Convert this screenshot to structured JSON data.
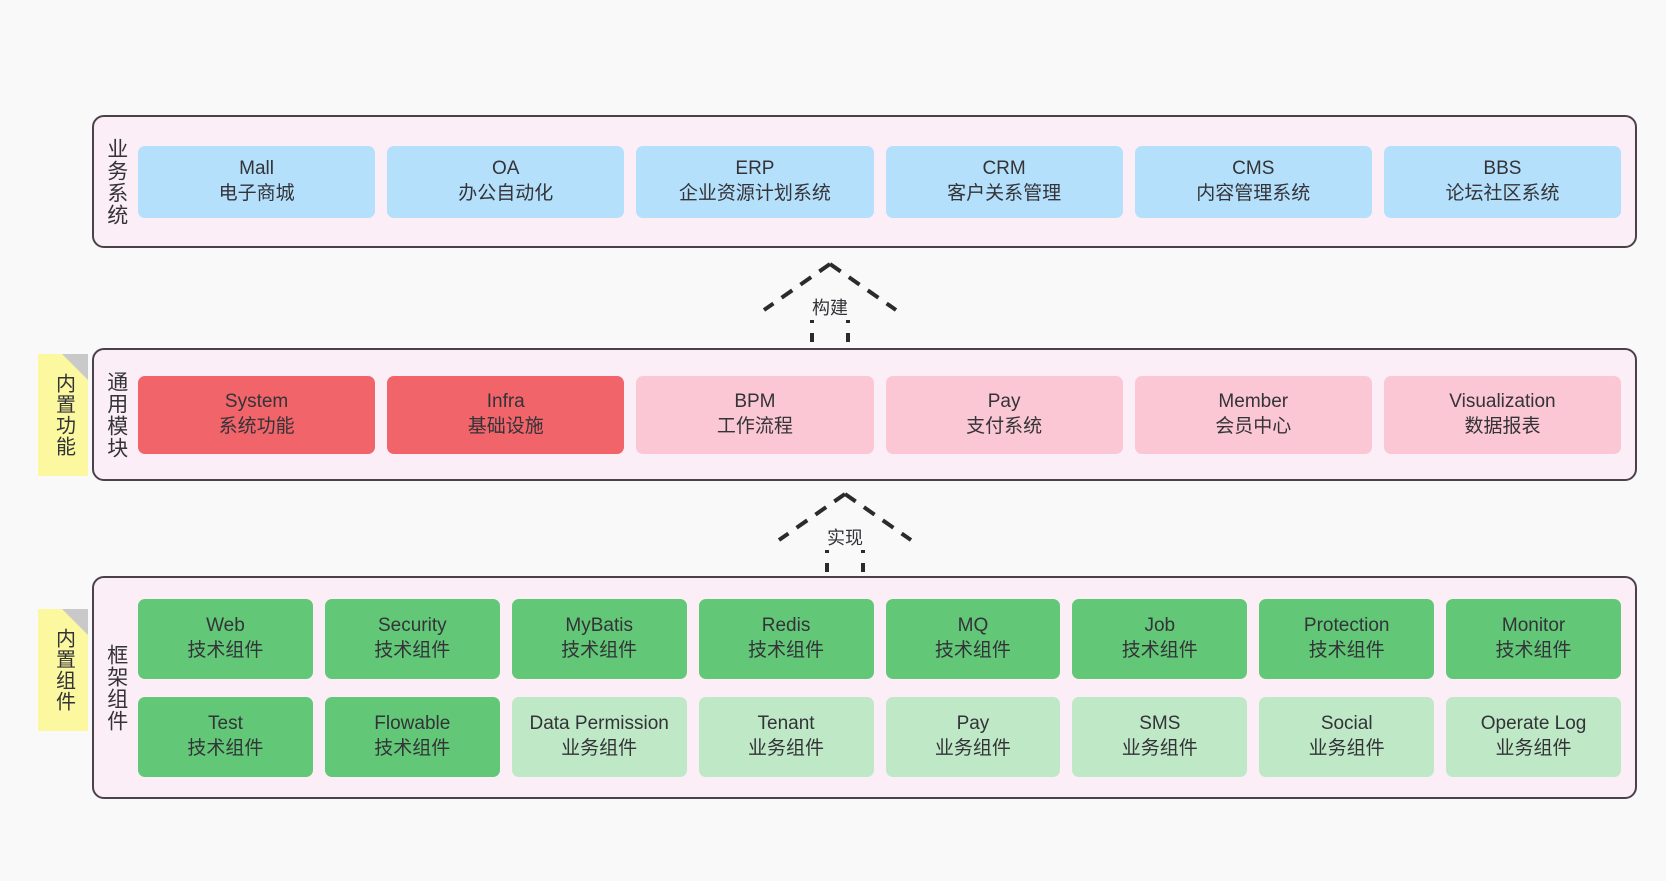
{
  "diagram": {
    "background_color": "#f9f9f9",
    "panel_color": "#fbeef6",
    "panel_border_color": "#4a414b",
    "sticky_color": "#fbf8a0",
    "sticky_fold_color": "#c9c9c9"
  },
  "layers": [
    {
      "id": "business",
      "title": "业务系统",
      "accent": "#b5e0fb",
      "rows": [
        {
          "cells": [
            {
              "name": "Mall",
              "desc": "电子商城",
              "color": "#b5e0fb"
            },
            {
              "name": "OA",
              "desc": "办公自动化",
              "color": "#b5e0fb"
            },
            {
              "name": "ERP",
              "desc": "企业资源计划系统",
              "color": "#b5e0fb"
            },
            {
              "name": "CRM",
              "desc": "客户关系管理",
              "color": "#b5e0fb"
            },
            {
              "name": "CMS",
              "desc": "内容管理系统",
              "color": "#b5e0fb"
            },
            {
              "name": "BBS",
              "desc": "论坛社区系统",
              "color": "#b5e0fb"
            }
          ]
        }
      ]
    },
    {
      "id": "common",
      "title": "通用模块",
      "accent": "#f1646a",
      "sticky": "内置功能",
      "rows": [
        {
          "cells": [
            {
              "name": "System",
              "desc": "系统功能",
              "color": "#f1646a"
            },
            {
              "name": "Infra",
              "desc": "基础设施",
              "color": "#f1646a"
            },
            {
              "name": "BPM",
              "desc": "工作流程",
              "color": "#fbc7d4"
            },
            {
              "name": "Pay",
              "desc": "支付系统",
              "color": "#fbc7d4"
            },
            {
              "name": "Member",
              "desc": "会员中心",
              "color": "#fbc7d4"
            },
            {
              "name": "Visualization",
              "desc": "数据报表",
              "color": "#fbc7d4"
            }
          ]
        }
      ]
    },
    {
      "id": "framework",
      "title": "框架组件",
      "accent": "#62c877",
      "sticky": "内置组件",
      "rows": [
        {
          "cells": [
            {
              "name": "Web",
              "desc": "技术组件",
              "color": "#62c877"
            },
            {
              "name": "Security",
              "desc": "技术组件",
              "color": "#62c877"
            },
            {
              "name": "MyBatis",
              "desc": "技术组件",
              "color": "#62c877"
            },
            {
              "name": "Redis",
              "desc": "技术组件",
              "color": "#62c877"
            },
            {
              "name": "MQ",
              "desc": "技术组件",
              "color": "#62c877"
            },
            {
              "name": "Job",
              "desc": "技术组件",
              "color": "#62c877"
            },
            {
              "name": "Protection",
              "desc": "技术组件",
              "color": "#62c877"
            },
            {
              "name": "Monitor",
              "desc": "技术组件",
              "color": "#62c877"
            }
          ]
        },
        {
          "cells": [
            {
              "name": "Test",
              "desc": "技术组件",
              "color": "#62c877"
            },
            {
              "name": "Flowable",
              "desc": "技术组件",
              "color": "#62c877"
            },
            {
              "name": "Data Permission",
              "desc": "业务组件",
              "color": "#bfe9c6",
              "wrap": true
            },
            {
              "name": "Tenant",
              "desc": "业务组件",
              "color": "#bfe9c6"
            },
            {
              "name": "Pay",
              "desc": "业务组件",
              "color": "#bfe9c6"
            },
            {
              "name": "SMS",
              "desc": "业务组件",
              "color": "#bfe9c6"
            },
            {
              "name": "Social",
              "desc": "业务组件",
              "color": "#bfe9c6"
            },
            {
              "name": "Operate Log",
              "desc": "业务组件",
              "color": "#bfe9c6"
            }
          ]
        }
      ]
    }
  ],
  "arrows": [
    {
      "id": "build",
      "label": "构建",
      "style": "dashed-hollow-up"
    },
    {
      "id": "impl",
      "label": "实现",
      "style": "dashed-hollow-up"
    }
  ]
}
